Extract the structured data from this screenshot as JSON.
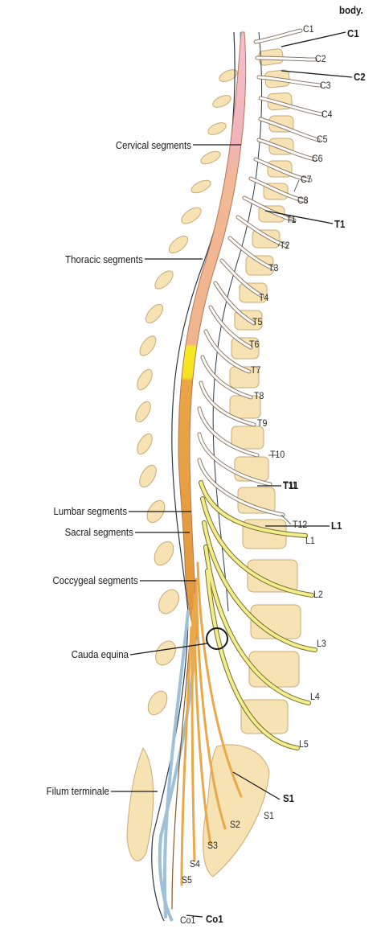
{
  "caption_fragment": "body.",
  "left_labels": {
    "cervical": "Cervical segments",
    "thoracic": "Thoracic segments",
    "lumbar": "Lumbar segments",
    "sacral": "Sacral segments",
    "coccygeal": "Coccygeal segments",
    "cauda": "Cauda equina",
    "filum": "Filum terminale"
  },
  "nerve_labels": [
    "C1",
    "C2",
    "C3",
    "C4",
    "C5",
    "C6",
    "C7",
    "C8",
    "T1",
    "T2",
    "T3",
    "T4",
    "T5",
    "T6",
    "T7",
    "T8",
    "T9",
    "T10",
    "T11",
    "T12",
    "L1",
    "L2",
    "L3",
    "L4",
    "L5",
    "S1",
    "S2",
    "S3",
    "S4",
    "S5",
    "Co1"
  ],
  "vertebra_labels": [
    "C1",
    "C2",
    "T1",
    "T11",
    "L1",
    "S1",
    "Co1"
  ],
  "colors": {
    "cervical": "#f2b8c4",
    "thoracic": "#f3b895",
    "lumbar": "#f4ea26",
    "sacral": "#e9a84a",
    "coccygeal": "#a9c9dc",
    "nerve_upper": "#ffffff",
    "nerve_lower": "#f1ef8c",
    "bone": "#f6e2b3",
    "dura": "#9fc0d6",
    "line": "#1a1a1a"
  }
}
